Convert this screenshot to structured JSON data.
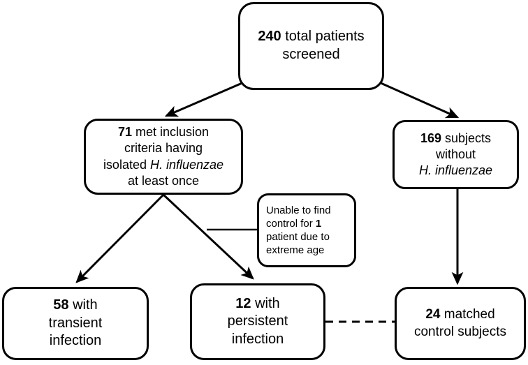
{
  "diagram": {
    "type": "patient-flow-chart",
    "title": "Patient screening and inclusion flow",
    "stroke_color": "#000000",
    "background_color": "#ffffff",
    "nodes": [
      {
        "id": "screened",
        "count": "240",
        "text": "240 total patients screened",
        "lines": [
          "240 total patients",
          "screened"
        ],
        "bold_parts": [
          "240"
        ],
        "italic_parts": []
      },
      {
        "id": "inclusion",
        "count": "71",
        "text": "71 met inclusion criteria having isolated H. influenzae at least once",
        "lines": [
          "71 met inclusion",
          "criteria having",
          "isolated H. influenzae",
          "at least once"
        ],
        "bold_parts": [
          "71"
        ],
        "italic_parts": [
          "H. influenzae"
        ]
      },
      {
        "id": "without",
        "count": "169",
        "text": "169 subjects without H. influenzae",
        "lines": [
          "169 subjects",
          "without",
          "H. influenzae"
        ],
        "bold_parts": [
          "169"
        ],
        "italic_parts": [
          "H. influenzae"
        ]
      },
      {
        "id": "unable",
        "count": "1",
        "text": "Unable to find control for 1 patient due to extreme age",
        "lines": [
          "Unable to find",
          "control for 1",
          "patient due to",
          "extreme age"
        ],
        "bold_parts": [
          "1"
        ],
        "italic_parts": []
      },
      {
        "id": "transient",
        "count": "58",
        "text": "58 with transient infection",
        "lines": [
          "58 with",
          "transient",
          "infection"
        ],
        "bold_parts": [
          "58"
        ],
        "italic_parts": []
      },
      {
        "id": "persistent",
        "count": "12",
        "text": "12 with persistent infection",
        "lines": [
          "12 with",
          "persistent",
          "infection"
        ],
        "bold_parts": [
          "12"
        ],
        "italic_parts": []
      },
      {
        "id": "matched",
        "count": "24",
        "text": "24 matched control subjects",
        "lines": [
          "24 matched",
          "control subjects"
        ],
        "bold_parts": [
          "24"
        ],
        "italic_parts": []
      }
    ],
    "edges": [
      {
        "id": "screened-to-inclusion",
        "from": "screened",
        "to": "inclusion",
        "style": "solid",
        "arrow": true
      },
      {
        "id": "screened-to-without",
        "from": "screened",
        "to": "without",
        "style": "solid",
        "arrow": true
      },
      {
        "id": "inclusion-to-transient",
        "from": "inclusion",
        "to": "transient",
        "style": "solid",
        "arrow": true
      },
      {
        "id": "inclusion-to-persistent",
        "from": "inclusion",
        "to": "persistent",
        "style": "solid",
        "arrow": true
      },
      {
        "id": "inclusion-to-unable",
        "from": "inclusion",
        "to": "unable",
        "style": "solid",
        "arrow": false
      },
      {
        "id": "without-to-matched",
        "from": "without",
        "to": "matched",
        "style": "solid",
        "arrow": true
      },
      {
        "id": "persistent-to-matched",
        "from": "persistent",
        "to": "matched",
        "style": "dashed",
        "arrow": false
      }
    ]
  }
}
